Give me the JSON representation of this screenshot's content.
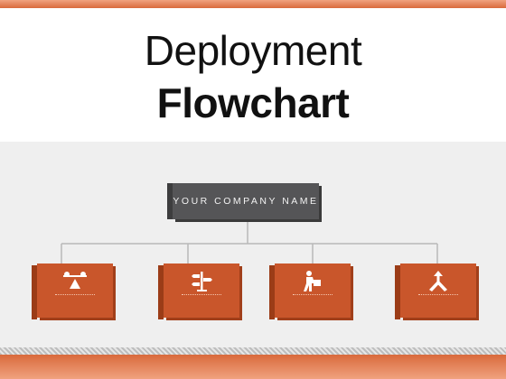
{
  "title": {
    "line1": "Deployment",
    "line2": "Flowchart"
  },
  "company_box": {
    "label": "YOUR COMPANY NAME"
  },
  "cards": [
    {
      "icon": "balance-scale-icon"
    },
    {
      "icon": "signpost-icon"
    },
    {
      "icon": "person-carrying-box-icon"
    },
    {
      "icon": "split-arrows-icon"
    }
  ],
  "colors": {
    "accent_orange": "#c9562b",
    "dark_box": "#555557",
    "background_panel": "#efefef"
  }
}
